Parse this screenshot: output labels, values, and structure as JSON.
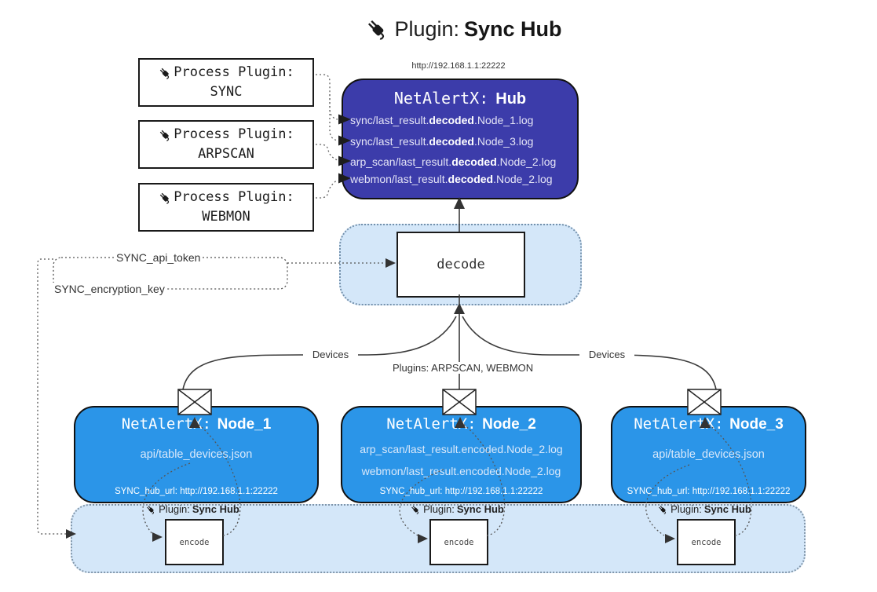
{
  "title": {
    "label": "Plugin:",
    "name": "Sync Hub"
  },
  "process_plugins": {
    "items": [
      {
        "label": "Process Plugin:",
        "name": "SYNC"
      },
      {
        "label": "Process Plugin:",
        "name": "ARPSCAN"
      },
      {
        "label": "Process Plugin:",
        "name": "WEBMON"
      }
    ]
  },
  "hub": {
    "url": "http://192.168.1.1:22222",
    "title_prefix": "NetAlertX:",
    "title_name": "Hub",
    "logs": [
      {
        "pre": "sync/last_result.",
        "bold": "decoded",
        "post": ".Node_1.log"
      },
      {
        "pre": "sync/last_result.",
        "bold": "decoded",
        "post": ".Node_3.log"
      },
      {
        "pre": "arp_scan/last_result.",
        "bold": "decoded",
        "post": ".Node_2.log"
      },
      {
        "pre": "webmon/last_result.",
        "bold": "decoded",
        "post": ".Node_2.log"
      }
    ]
  },
  "decode_section": {
    "label": "decode"
  },
  "config": {
    "api_token": "SYNC_api_token",
    "encryption_key": "SYNC_encryption_key"
  },
  "edge_labels": {
    "devices_left": "Devices",
    "plugins_center": "Plugins: ARPSCAN, WEBMON",
    "devices_right": "Devices"
  },
  "nodes": [
    {
      "title_prefix": "NetAlertX:",
      "title_name": "Node_1",
      "files": [
        "api/table_devices.json"
      ],
      "hub_url": "SYNC_hub_url: http://192.168.1.1:22222"
    },
    {
      "title_prefix": "NetAlertX:",
      "title_name": "Node_2",
      "files": [
        "arp_scan/last_result.encoded.Node_2.log",
        "webmon/last_result.encoded.Node_2.log"
      ],
      "hub_url": "SYNC_hub_url: http://192.168.1.1:22222"
    },
    {
      "title_prefix": "NetAlertX:",
      "title_name": "Node_3",
      "files": [
        "api/table_devices.json"
      ],
      "hub_url": "SYNC_hub_url: http://192.168.1.1:22222"
    }
  ],
  "encode_section": {
    "plugin_label": "Plugin:",
    "plugin_name": "Sync Hub",
    "box_label": "encode"
  },
  "colors": {
    "hub_fill": "#3c3caa",
    "node_fill": "#2b95e8",
    "band_fill": "#d4e7f9",
    "line": "#3c3c3c"
  }
}
